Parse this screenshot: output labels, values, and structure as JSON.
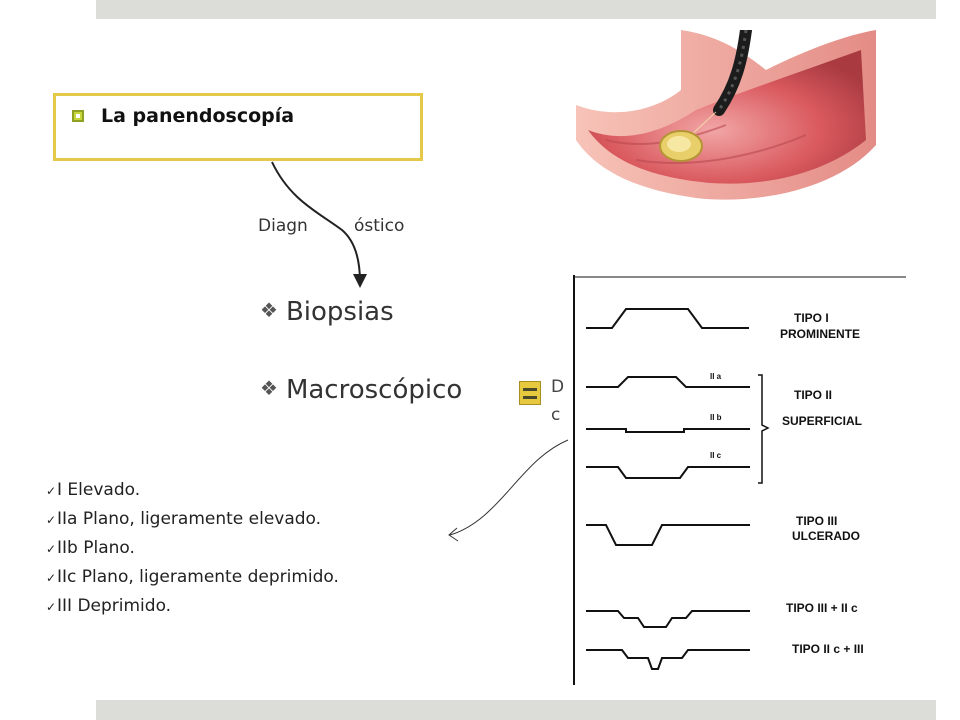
{
  "title": "La panendoscopía",
  "diagnostic_label": {
    "part1": "Diagn",
    "part2": "óstico"
  },
  "items": [
    {
      "label": "Biopsias"
    },
    {
      "label": "Macroscópico"
    }
  ],
  "truncated_text": {
    "line1": "D",
    "line2": "c"
  },
  "checklist": [
    "I Elevado.",
    "IIa Plano, ligeramente elevado.",
    "IIb Plano.",
    "IIc Plano, ligeramente deprimido.",
    "III Deprimido."
  ],
  "diagram_types": [
    {
      "label": "TIPO I",
      "sub": "PROMINENTE"
    },
    {
      "label": "TIPO II",
      "sub": "SUPERFICIAL"
    },
    {
      "label": "TIPO III",
      "sub": "ULCERADO"
    },
    {
      "label": "TIPO III + II c"
    },
    {
      "label": "TIPO II c + III"
    }
  ],
  "subtypes": [
    "II a",
    "II b",
    "II c"
  ],
  "colors": {
    "band": "#dcddd8",
    "title_border": "#e4c94a",
    "bullet": "#c6d63a"
  }
}
